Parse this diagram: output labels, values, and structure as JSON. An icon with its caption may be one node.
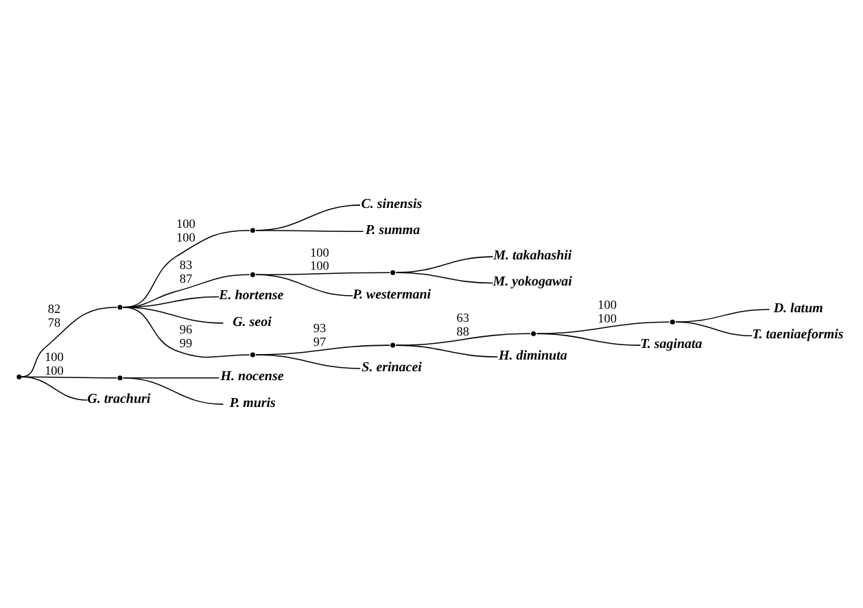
{
  "diagram": {
    "nodes": [
      {
        "text": [],
        "shape": "point"
      },
      {
        "text": [],
        "shape": "point",
        "beside": [
          "82",
          "78"
        ]
      },
      {
        "text": [],
        "shape": "point",
        "beside": [
          "100",
          "100"
        ]
      },
      {
        "text": [
          "C. sinensis"
        ]
      },
      {
        "text": [
          "P. summa"
        ]
      },
      {
        "text": [],
        "shape": "point",
        "beside": [
          "83",
          "87"
        ]
      },
      {
        "text": [],
        "shape": "point",
        "beside": [
          "100",
          "100"
        ]
      },
      {
        "text": [
          "M. takahashii"
        ]
      },
      {
        "text": [
          "M. yokogawai"
        ]
      },
      {
        "text": [
          "P. westermani"
        ]
      },
      {
        "text": [
          "E. hortense"
        ]
      },
      {
        "text": [
          "G. seoi"
        ]
      },
      {
        "text": [],
        "shape": "point",
        "beside": [
          "96",
          "99"
        ]
      },
      {
        "text": [],
        "shape": "point",
        "beside": [
          "93",
          "97"
        ]
      },
      {
        "text": [],
        "shape": "point",
        "beside": [
          "63",
          "88"
        ]
      },
      {
        "text": [],
        "shape": "point",
        "beside": [
          "100",
          "100"
        ]
      },
      {
        "text": [
          "D. latum"
        ]
      },
      {
        "text": [
          "T. taeniaeformis"
        ]
      },
      {
        "text": [
          "T. saginata"
        ]
      },
      {
        "text": [
          "H. diminuta"
        ]
      },
      {
        "text": [
          "S. erinacei"
        ]
      },
      {
        "text": [],
        "shape": "point",
        "beside": [
          "100",
          "100"
        ]
      },
      {
        "text": [
          "H. nocense"
        ]
      },
      {
        "text": [
          "P. muris"
        ]
      },
      {
        "text": [
          "G. trachuri"
        ]
      }
    ],
    "edges": [
      {
        "from": 0,
        "to": 1,
        "arrow": "none"
      },
      {
        "from": 1,
        "to": 2,
        "arrow": "none"
      },
      {
        "from": 2,
        "to": 3,
        "arrow": "none"
      },
      {
        "from": 2,
        "to": 4,
        "arrow": "none"
      },
      {
        "from": 1,
        "to": 5,
        "arrow": "none"
      },
      {
        "from": 5,
        "to": 6,
        "arrow": "none"
      },
      {
        "from": 6,
        "to": 7,
        "arrow": "none"
      },
      {
        "from": 6,
        "to": 8,
        "arrow": "none"
      },
      {
        "from": 5,
        "to": 9,
        "arrow": "none"
      },
      {
        "from": 1,
        "to": 10,
        "arrow": "none"
      },
      {
        "from": 1,
        "to": 11,
        "arrow": "none"
      },
      {
        "from": 1,
        "to": 12,
        "arrow": "none"
      },
      {
        "from": 12,
        "to": 13,
        "arrow": "none"
      },
      {
        "from": 13,
        "to": 14,
        "arrow": "none"
      },
      {
        "from": 14,
        "to": 15,
        "arrow": "none"
      },
      {
        "from": 15,
        "to": 16,
        "arrow": "none"
      },
      {
        "from": 15,
        "to": 17,
        "arrow": "none"
      },
      {
        "from": 14,
        "to": 18,
        "arrow": "none"
      },
      {
        "from": 13,
        "to": 19,
        "arrow": "none"
      },
      {
        "from": 12,
        "to": 20,
        "arrow": "none"
      },
      {
        "from": 0,
        "to": 21,
        "arrow": "none"
      },
      {
        "from": 21,
        "to": 22,
        "arrow": "none"
      },
      {
        "from": 21,
        "to": 23,
        "arrow": "none"
      },
      {
        "from": 0,
        "to": 24,
        "arrow": "none"
      }
    ]
  }
}
